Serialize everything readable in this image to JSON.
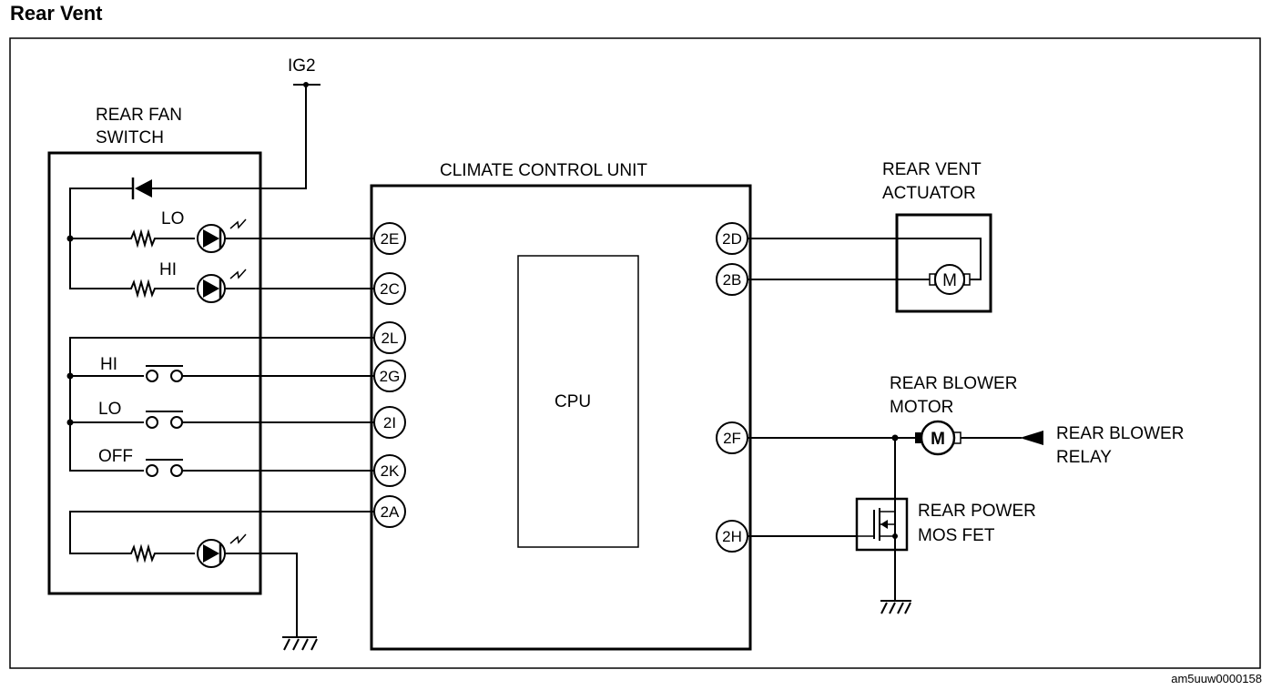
{
  "title": "Rear Vent",
  "doc_code": "am5uuw0000158",
  "labels": {
    "ig2": "IG2",
    "rear_fan_switch_1": "REAR FAN",
    "rear_fan_switch_2": "SWITCH",
    "climate_control_unit": "CLIMATE CONTROL UNIT",
    "cpu": "CPU",
    "rear_vent_actuator_1": "REAR VENT",
    "rear_vent_actuator_2": "ACTUATOR",
    "rear_blower_motor_1": "REAR BLOWER",
    "rear_blower_motor_2": "MOTOR",
    "rear_blower_relay_1": "REAR BLOWER",
    "rear_blower_relay_2": "RELAY",
    "rear_power_mosfet_1": "REAR POWER",
    "rear_power_mosfet_2": "MOS FET",
    "led_lo": "LO",
    "led_hi": "HI",
    "sw_hi": "HI",
    "sw_lo": "LO",
    "sw_off": "OFF",
    "motor_m_actuator": "M",
    "motor_m_blower": "M"
  },
  "pins_left": [
    "2E",
    "2C",
    "2L",
    "2G",
    "2I",
    "2K",
    "2A"
  ],
  "pins_right": [
    "2D",
    "2B",
    "2F",
    "2H"
  ]
}
